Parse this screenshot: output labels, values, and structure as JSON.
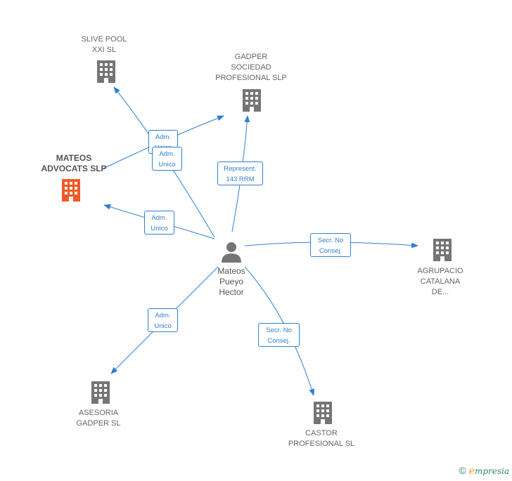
{
  "nodes": {
    "slive": {
      "label": "SLIVE POOL\nXXI SL"
    },
    "gadper_soc": {
      "label": "GADPER\nSOCIEDAD\nPROFESIONAL SLP"
    },
    "mateos_adv": {
      "label": "MATEOS\nADVOCATS SLP"
    },
    "agrupacio": {
      "label": "AGRUPACIO\nCATALANA\nDE..."
    },
    "asesoria": {
      "label": "ASESORIA\nGADPER SL"
    },
    "castor": {
      "label": "CASTOR\nPROFESIONAL SL"
    },
    "person": {
      "label": "Mateos\nPueyo\nHector"
    }
  },
  "edges": {
    "e_slive": "Adm.\nUnico",
    "e_gadper_adm": "Adm.\nUnico",
    "e_represent": "Represent.\n143 RRM",
    "e_mateos": "Adm.\nUnico",
    "e_agrupacio": "Secr.  No\nConsej.",
    "e_asesoria": "Adm.\nUnico",
    "e_castor": "Secr.  No\nConsej."
  },
  "colors": {
    "edge": "#2f7fd0",
    "building": "#757575",
    "highlight": "#f05a28",
    "person": "#757575"
  },
  "copyright": {
    "symbol": "©",
    "brand_initial": "e",
    "brand_rest": "mpresia"
  }
}
